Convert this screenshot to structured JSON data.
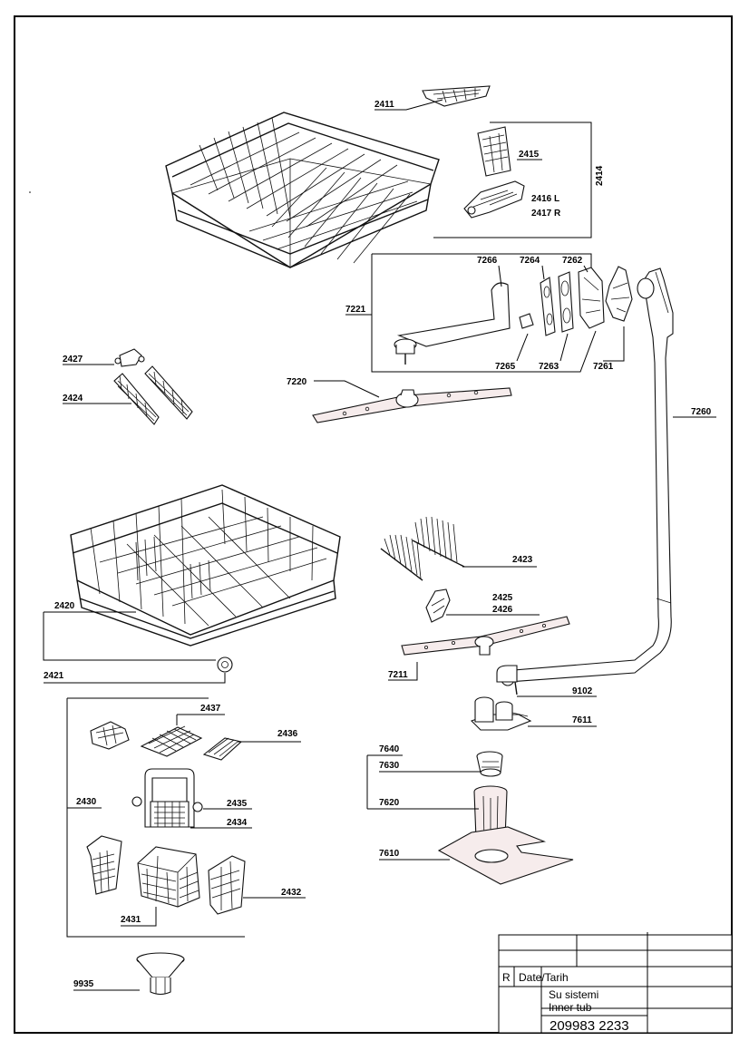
{
  "labels": {
    "p2411": "2411",
    "p2415": "2415",
    "p2414": "2414",
    "p2416": "2416 L",
    "p2417": "2417 R",
    "p7266": "7266",
    "p7264": "7264",
    "p7262": "7262",
    "p7221": "7221",
    "p7265": "7265",
    "p7263": "7263",
    "p7261": "7261",
    "p2427": "2427",
    "p2424": "2424",
    "p7220": "7220",
    "p7260": "7260",
    "p2423": "2423",
    "p2425": "2425",
    "p2426": "2426",
    "p2420": "2420",
    "p2421": "2421",
    "p7211": "7211",
    "p9102": "9102",
    "p7611": "7611",
    "p2437": "2437",
    "p2436": "2436",
    "p7640": "7640",
    "p7630": "7630",
    "p2430": "2430",
    "p2435": "2435",
    "p2434": "2434",
    "p7620": "7620",
    "p7610": "7610",
    "p2432": "2432",
    "p2431": "2431",
    "p9935": "9935"
  },
  "title_block": {
    "revision": "R",
    "date_label": "Date/Tarih",
    "title_tr": "Su sistemi",
    "title_en": "Inner tub",
    "drawing_number": "209983 2233"
  }
}
